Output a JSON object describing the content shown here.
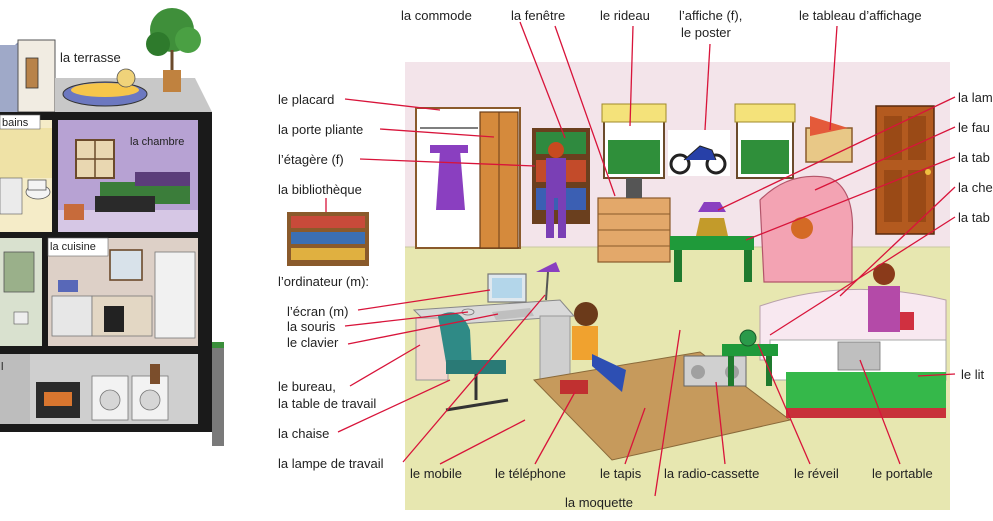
{
  "house": {
    "rooms": {
      "terrace": "la terrasse",
      "bath": "bains",
      "bedroom": "la chambre",
      "kitchen": "la cuisine",
      "basement": "l"
    }
  },
  "labels": {
    "placard": "le placard",
    "porte_pliante": "la porte pliante",
    "etagere": "l’étagère (f)",
    "bibliotheque": "la bibliothèque",
    "ordinateur": "l’ordinateur (m):",
    "ecran": "l’écran (m)",
    "souris": "la souris",
    "clavier": "le clavier",
    "bureau_1": "le bureau,",
    "bureau_2": "la table de travail",
    "chaise": "la chaise",
    "lampe_travail": "la lampe de travail",
    "commode": "la commode",
    "fenetre": "la fenêtre",
    "rideau": "le rideau",
    "affiche_1": "l’affiche (f),",
    "affiche_2": "le poster",
    "tableau_affichage": "le tableau d’affichage",
    "lampe_right": "la lam",
    "fauteuil": "le fau",
    "table_right_1": "la tab",
    "chevet": "la che",
    "table_right_2": "la tab",
    "lit": "le lit",
    "mobile": "le mobile",
    "telephone": "le téléphone",
    "tapis": "le tapis",
    "radio": "la radio-cassette",
    "reveil": "le réveil",
    "portable": "le portable",
    "moquette": "la moquette"
  },
  "colors": {
    "accent_line": "#d8143a",
    "wall": "#f3e4ea",
    "floor": "#e7e7b0",
    "house_dark": "#1a1a1a"
  }
}
